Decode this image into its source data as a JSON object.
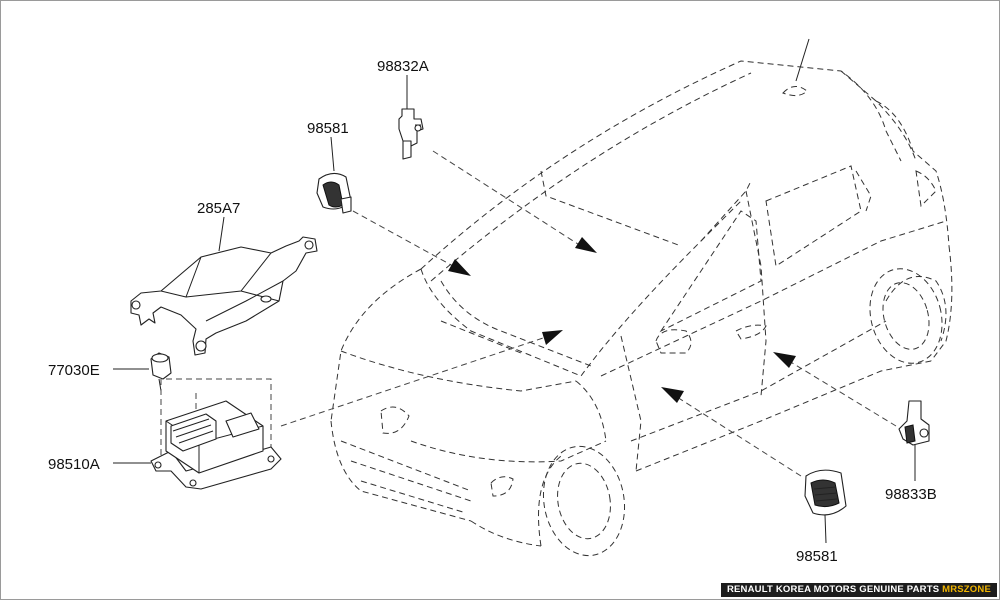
{
  "labels": {
    "p98832A": "98832A",
    "p98581_top": "98581",
    "p285A7": "285A7",
    "p77030E": "77030E",
    "p98510A": "98510A",
    "p98833B": "98833B",
    "p98581_bottom": "98581"
  },
  "footer": {
    "text": "RENAULT KOREA MOTORS GENUINE PARTS",
    "brand": "MRSZONE"
  }
}
